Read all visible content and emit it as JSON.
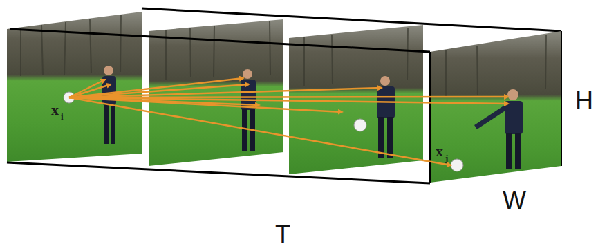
{
  "diagram": {
    "labels": [
      "x",
      "i",
      "x",
      "j",
      "H",
      "W",
      "T"
    ]
  }
}
